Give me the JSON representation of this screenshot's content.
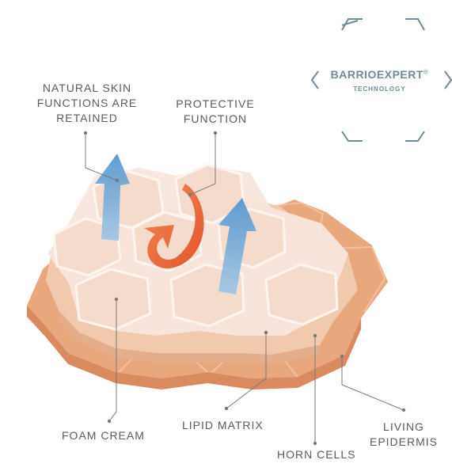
{
  "badge": {
    "brand": "BARRIOEXPERT",
    "registered_mark": "®",
    "subtitle": "TECHNOLOGY"
  },
  "labels": {
    "natural_skin": [
      "NATURAL SKIN",
      "FUNCTIONS ARE",
      "RETAINED"
    ],
    "protective": [
      "PROTECTIVE",
      "FUNCTION"
    ],
    "foam_cream": "FOAM CREAM",
    "lipid_matrix": "LIPID MATRIX",
    "horn_cells": "HORN CELLS",
    "living_epidermis": [
      "LIVING",
      "EPIDERMIS"
    ]
  },
  "colors": {
    "label_text": "#5b5b5b",
    "badge": "#6f8b97",
    "blue_arrow": "#6fa7d3",
    "orange_arrow": "#e9643c",
    "foam": "#f8e6dc",
    "horn": "#f1c9ad",
    "epidermis": "#e9a77e"
  }
}
